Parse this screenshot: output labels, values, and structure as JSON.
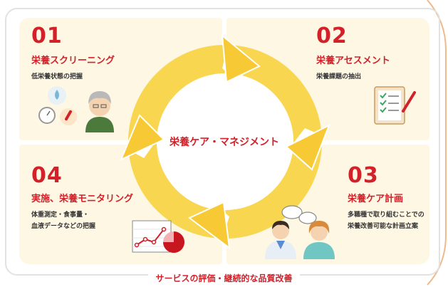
{
  "center_label": "栄養ケア・マネジメント",
  "footer_label": "サービスの評価・継続的な品質改善",
  "colors": {
    "accent": "#d3212a",
    "panel": "#fdf7e4",
    "arrow": "#fbd95a",
    "border": "#e6e6e6"
  },
  "steps": [
    {
      "number": "01",
      "title": "栄養スクリーニング",
      "desc": [
        "低栄養状態の把握"
      ],
      "icons": [
        "water-drop-icon",
        "scale-icon",
        "thermometer-icon",
        "elderly-person-icon"
      ]
    },
    {
      "number": "02",
      "title": "栄養アセスメント",
      "desc": [
        "栄養課題の抽出"
      ],
      "icons": [
        "clipboard-checklist-icon"
      ]
    },
    {
      "number": "03",
      "title": "栄養ケア計画",
      "desc": [
        "多職種で取り組むことでの",
        "栄養改善可能な計画立案"
      ],
      "icons": [
        "doctor-icon",
        "nurse-icon",
        "speech-bubbles-icon"
      ]
    },
    {
      "number": "04",
      "title": "実施、栄養モニタリング",
      "desc": [
        "体重測定・食事量・",
        "血液データなどの把握"
      ],
      "icons": [
        "line-chart-icon",
        "pie-chart-icon"
      ]
    }
  ]
}
